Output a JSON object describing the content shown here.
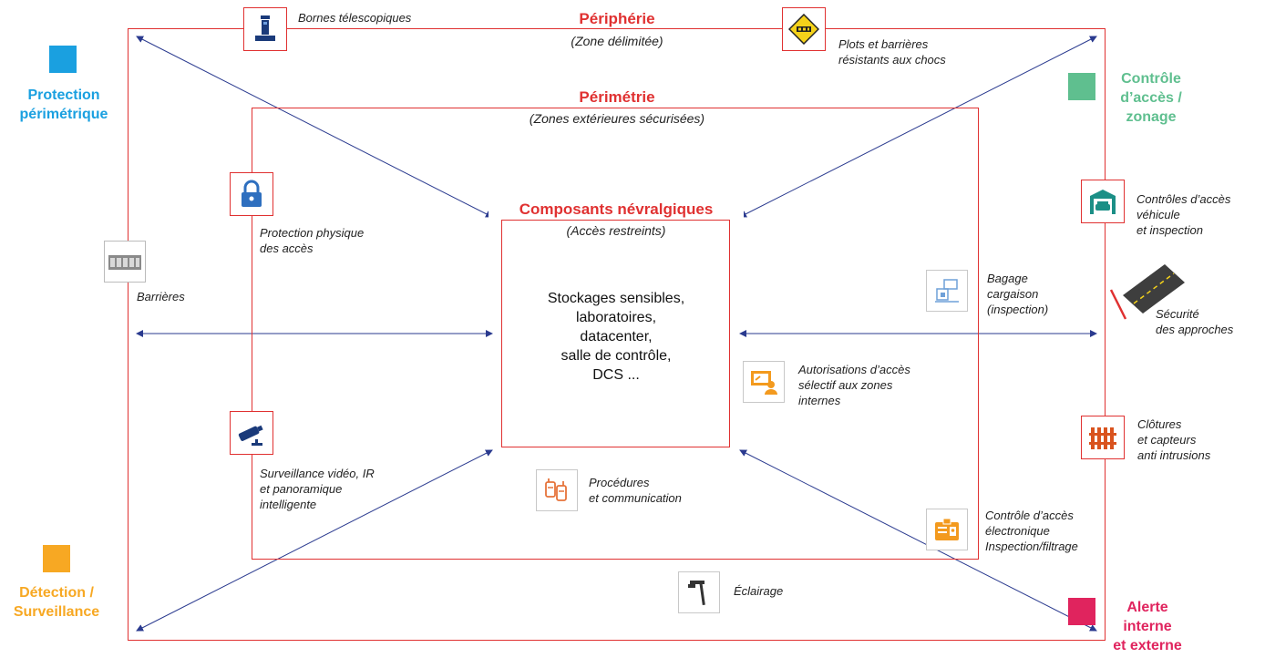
{
  "zones": {
    "peripherie": {
      "title": "Périphérie",
      "subtitle": "(Zone délimitée)"
    },
    "perimetrie": {
      "title": "Périmétrie",
      "subtitle": "(Zones extérieures sécurisées)"
    },
    "composants": {
      "title": "Composants névralgiques",
      "subtitle": "(Accès restreints)"
    }
  },
  "center_items": [
    "Stockages sensibles,",
    "laboratoires,",
    "datacenter,",
    "salle de contrôle,",
    "DCS ..."
  ],
  "legend": [
    {
      "lines": [
        "Protection",
        "périmétrique"
      ],
      "color": "#1aa0e0"
    },
    {
      "lines": [
        "Contrôle",
        "d’accès /",
        "zonage"
      ],
      "color": "#5fbf8f"
    },
    {
      "lines": [
        "Détection /",
        "Surveillance"
      ],
      "color": "#f7a823"
    },
    {
      "lines": [
        "Alerte",
        "interne",
        "et externe"
      ],
      "color": "#e0245e"
    }
  ],
  "labels": {
    "bornes": [
      "Bornes télescopiques"
    ],
    "plots": [
      "Plots et barrières",
      "résistants aux chocs"
    ],
    "protection_physique": [
      "Protection physique",
      "des accès"
    ],
    "barrieres": [
      "Barrières"
    ],
    "surveillance_video": [
      "Surveillance vidéo, IR",
      "et panoramique",
      "intelligente"
    ],
    "procedures": [
      "Procédures",
      "et communication"
    ],
    "eclairage": [
      "Éclairage"
    ],
    "controles_vehicule": [
      "Contrôles d’accès",
      "véhicule",
      "et inspection"
    ],
    "bagage": [
      "Bagage",
      "cargaison",
      "(inspection)"
    ],
    "securite_approches": [
      "Sécurité",
      "des approches"
    ],
    "autorisations": [
      "Autorisations d’accès",
      "sélectif aux zones",
      "internes"
    ],
    "clotures": [
      "Clôtures",
      "et capteurs",
      "anti intrusions"
    ],
    "controle_electronique": [
      "Contrôle d’accès",
      "électronique",
      "Inspection/filtrage"
    ]
  },
  "colors": {
    "zone_red": "#e03131",
    "arrow_blue": "#2a3a8f"
  }
}
